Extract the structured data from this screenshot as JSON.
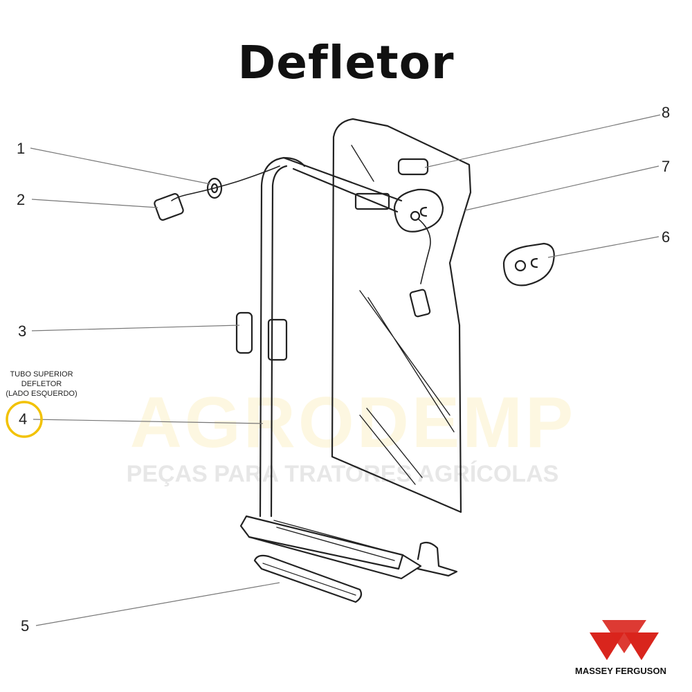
{
  "title": "Defletor",
  "callouts": {
    "c1": "1",
    "c2": "2",
    "c3": "3",
    "c4": "4",
    "c5": "5",
    "c6": "6",
    "c7": "7",
    "c8": "8"
  },
  "highlight_note": [
    "TUBO SUPERIOR",
    "DEFLETOR",
    "(LADO ESQUERDO)"
  ],
  "watermark": {
    "main": "AGRODEMP",
    "sub": "PEÇAS PARA TRATORES AGRÍCOLAS"
  },
  "brand": "MASSEY FERGUSON",
  "colors": {
    "highlight_ring": "#f2c200",
    "logo_red": "#d9251d"
  }
}
